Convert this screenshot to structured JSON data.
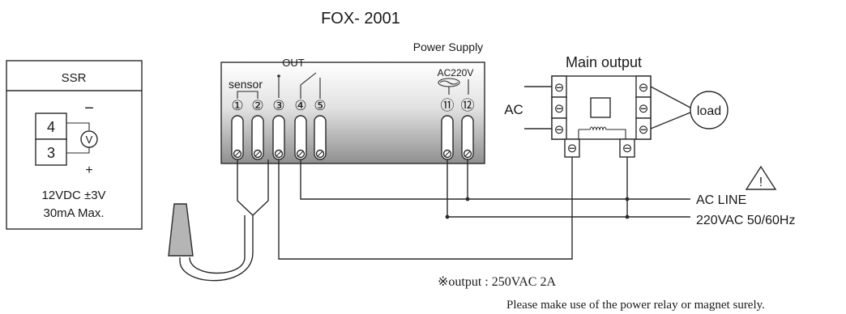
{
  "title": "FOX- 2001",
  "ssr": {
    "header": "SSR",
    "terminal_top": "4",
    "terminal_bottom": "3",
    "minus": "−",
    "plus": "+",
    "meter": "V",
    "spec_voltage": "12VDC ±3V",
    "spec_current": "30mA Max."
  },
  "controller": {
    "out_label": "OUT",
    "sensor_label": "sensor",
    "power_supply_label": "Power Supply",
    "ac_label": "AC220V",
    "terminals": [
      "①",
      "②",
      "③",
      "④",
      "⑤",
      "⑪",
      "⑫"
    ]
  },
  "main_output": {
    "title": "Main output",
    "ac_label": "AC",
    "load_label": "load",
    "minus_symbol": "⊖"
  },
  "lines": {
    "warning_mark": "!",
    "ac_line": "AC LINE",
    "supply": "220VAC 50/60Hz"
  },
  "notes": {
    "output": "※output : 250VAC 2A",
    "advice": "Please make use of the power relay or magnet surely."
  },
  "colors": {
    "ink": "#1a1a1a",
    "panel_top": "#ffffff",
    "panel_bottom": "#9a9a9a"
  }
}
